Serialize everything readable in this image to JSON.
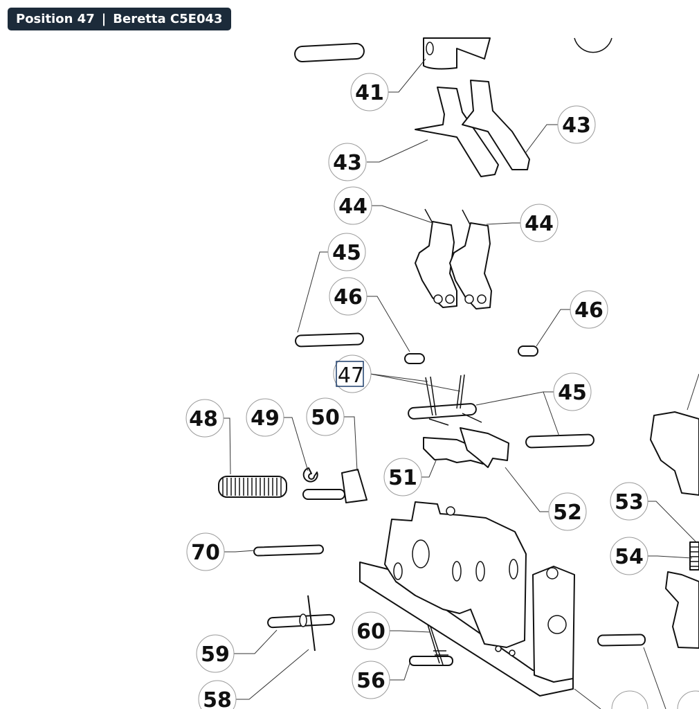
{
  "header": {
    "position_label": "Position 47",
    "separator": "|",
    "model": "Beretta C5E043"
  },
  "highlighted_callout": "47",
  "callouts": [
    {
      "id": "c41",
      "label": "41"
    },
    {
      "id": "c43a",
      "label": "43"
    },
    {
      "id": "c43b",
      "label": "43"
    },
    {
      "id": "c44a",
      "label": "44"
    },
    {
      "id": "c44b",
      "label": "44"
    },
    {
      "id": "c45a",
      "label": "45"
    },
    {
      "id": "c46a",
      "label": "46"
    },
    {
      "id": "c46b",
      "label": "46"
    },
    {
      "id": "c47",
      "label": "47"
    },
    {
      "id": "c45b",
      "label": "45"
    },
    {
      "id": "c48",
      "label": "48"
    },
    {
      "id": "c49",
      "label": "49"
    },
    {
      "id": "c50",
      "label": "50"
    },
    {
      "id": "c51",
      "label": "51"
    },
    {
      "id": "c52",
      "label": "52"
    },
    {
      "id": "c53",
      "label": "53"
    },
    {
      "id": "c54",
      "label": "54"
    },
    {
      "id": "c70",
      "label": "70"
    },
    {
      "id": "c60",
      "label": "60"
    },
    {
      "id": "c59",
      "label": "59"
    },
    {
      "id": "c56",
      "label": "56"
    },
    {
      "id": "c58",
      "label": "58"
    }
  ],
  "colors": {
    "header_bg": "#1c2b3a",
    "header_text": "#ffffff",
    "highlight": "#1c3d6b"
  }
}
